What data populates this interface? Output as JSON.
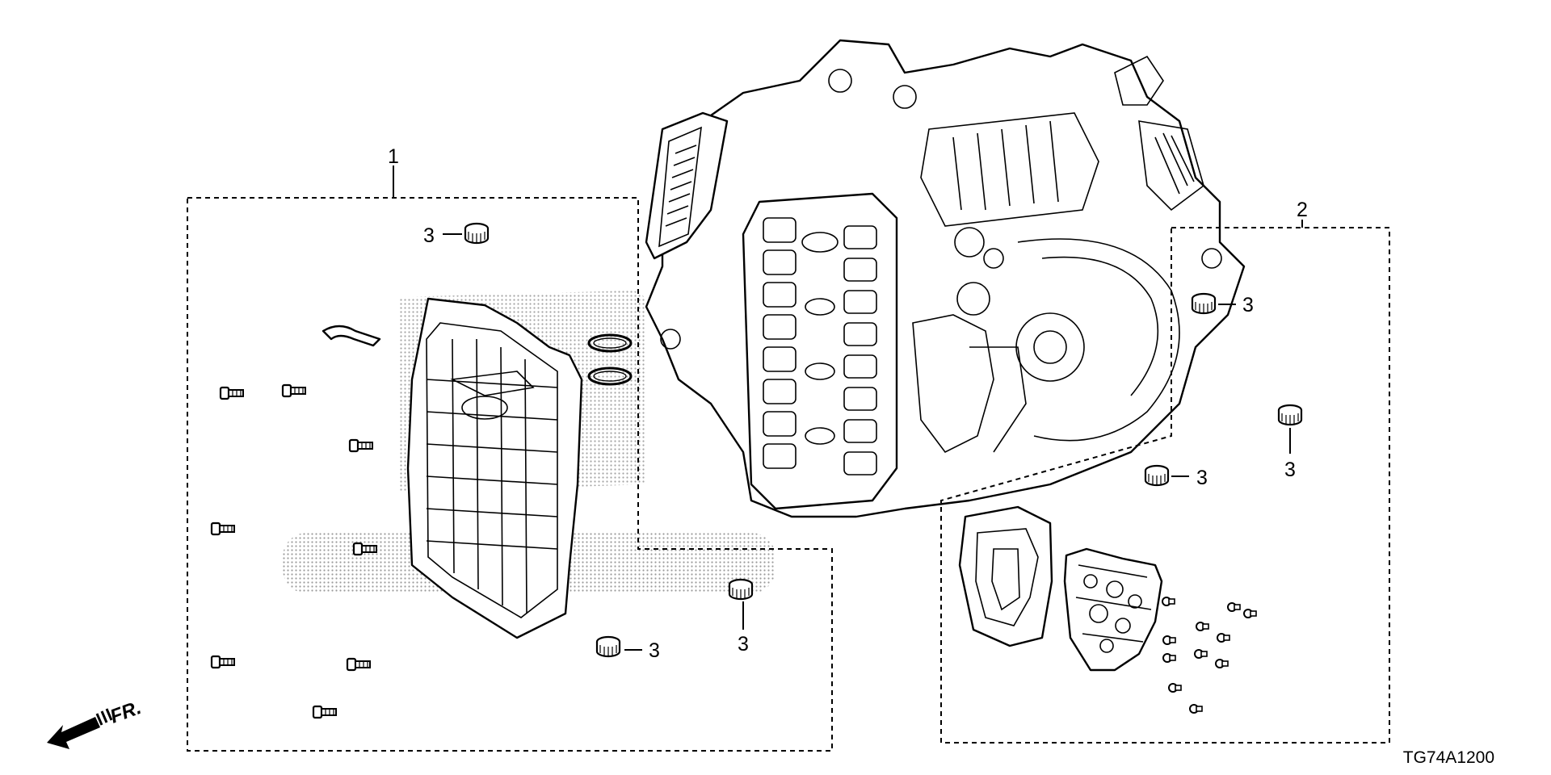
{
  "callouts": {
    "one": "1",
    "two": "2",
    "three": "3"
  },
  "diagram_code": "TG74A1200",
  "front_indicator": "FR.",
  "colors": {
    "line": "#000000",
    "background": "#ffffff",
    "watermark": "#9a9a9a"
  },
  "icons": [
    "transmission-assembly-icon",
    "oil-pan-icon",
    "bolt-icon",
    "plug-icon",
    "o-ring-icon",
    "clip-icon",
    "gasket-icon",
    "separator-plate-icon",
    "front-arrow-icon"
  ]
}
